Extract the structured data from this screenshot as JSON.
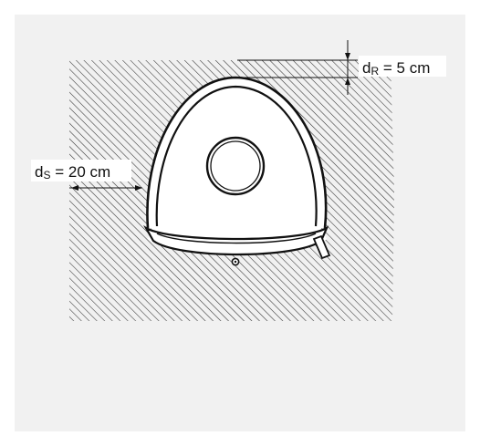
{
  "diagram": {
    "label_right": {
      "prefix": "d",
      "sub": "R",
      "rest": " = 5 cm"
    },
    "label_side": {
      "prefix": "d",
      "sub": "S",
      "rest": " = 20 cm"
    }
  },
  "colors": {
    "background": "#f1f1f1",
    "hatch": "#333333",
    "outline": "#111111",
    "fill": "#ffffff"
  }
}
